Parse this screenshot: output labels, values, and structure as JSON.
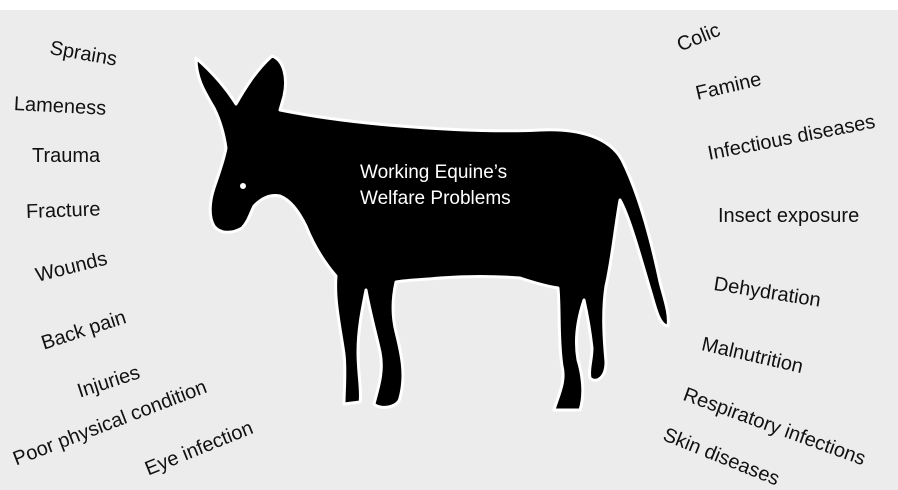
{
  "center": {
    "title_line1": "Working Equine’s",
    "title_line2": "Welfare Problems"
  },
  "left_labels": [
    "Sprains",
    "Lameness",
    "Trauma",
    "Fracture",
    "Wounds",
    "Back pain",
    "Injuries",
    "Poor physical condition",
    "Eye infection"
  ],
  "right_labels": [
    "Colic",
    "Famine",
    "Infectious diseases",
    "Insect exposure",
    "Dehydration",
    "Malnutrition",
    "Respiratory infections",
    "Skin diseases"
  ],
  "colors": {
    "background": "#ececec",
    "silhouette": "#000000",
    "text": "#111111",
    "title_text": "#ffffff"
  },
  "icons": [
    "donkey-silhouette-icon"
  ]
}
